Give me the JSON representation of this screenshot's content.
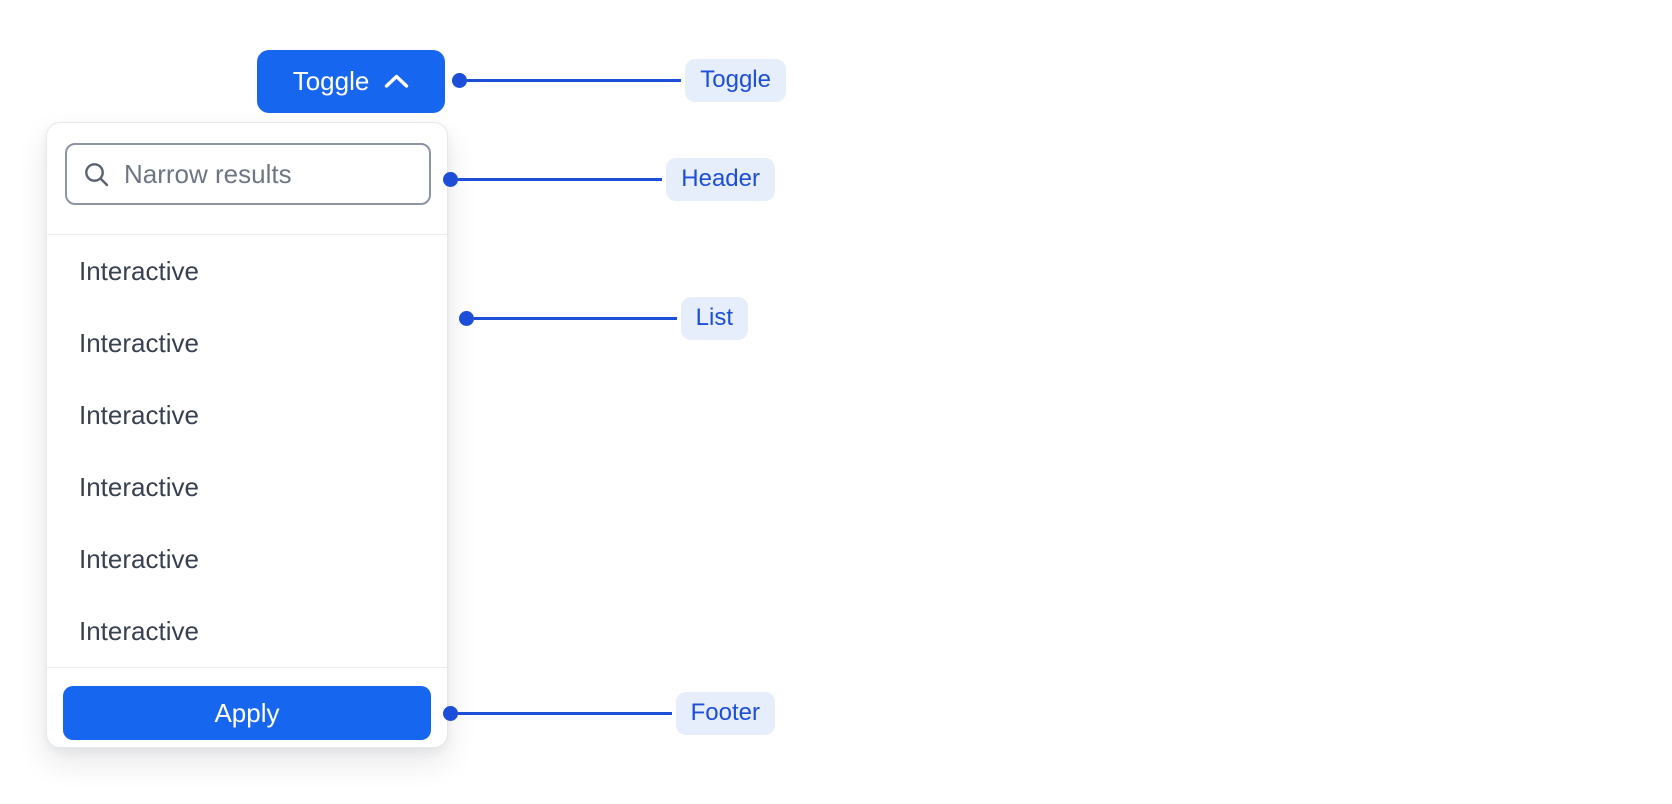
{
  "toggle_button": {
    "label": "Toggle",
    "icon": "chevron-up-icon"
  },
  "dropdown": {
    "search": {
      "placeholder": "Narrow results",
      "value": "",
      "icon": "search-icon"
    },
    "items": [
      "Interactive",
      "Interactive",
      "Interactive",
      "Interactive",
      "Interactive",
      "Interactive"
    ],
    "footer": {
      "apply_label": "Apply"
    }
  },
  "annotations": [
    {
      "label": "Toggle"
    },
    {
      "label": "Header"
    },
    {
      "label": "List"
    },
    {
      "label": "Footer"
    }
  ],
  "colors": {
    "primary_button": "#1766f0",
    "annotation_accent": "#1d4ed8",
    "annotation_badge_bg": "#e6eefc",
    "list_text": "#394150",
    "placeholder_text": "#6e7683",
    "input_border": "#8d95a2",
    "panel_border": "#e7e8ea"
  }
}
